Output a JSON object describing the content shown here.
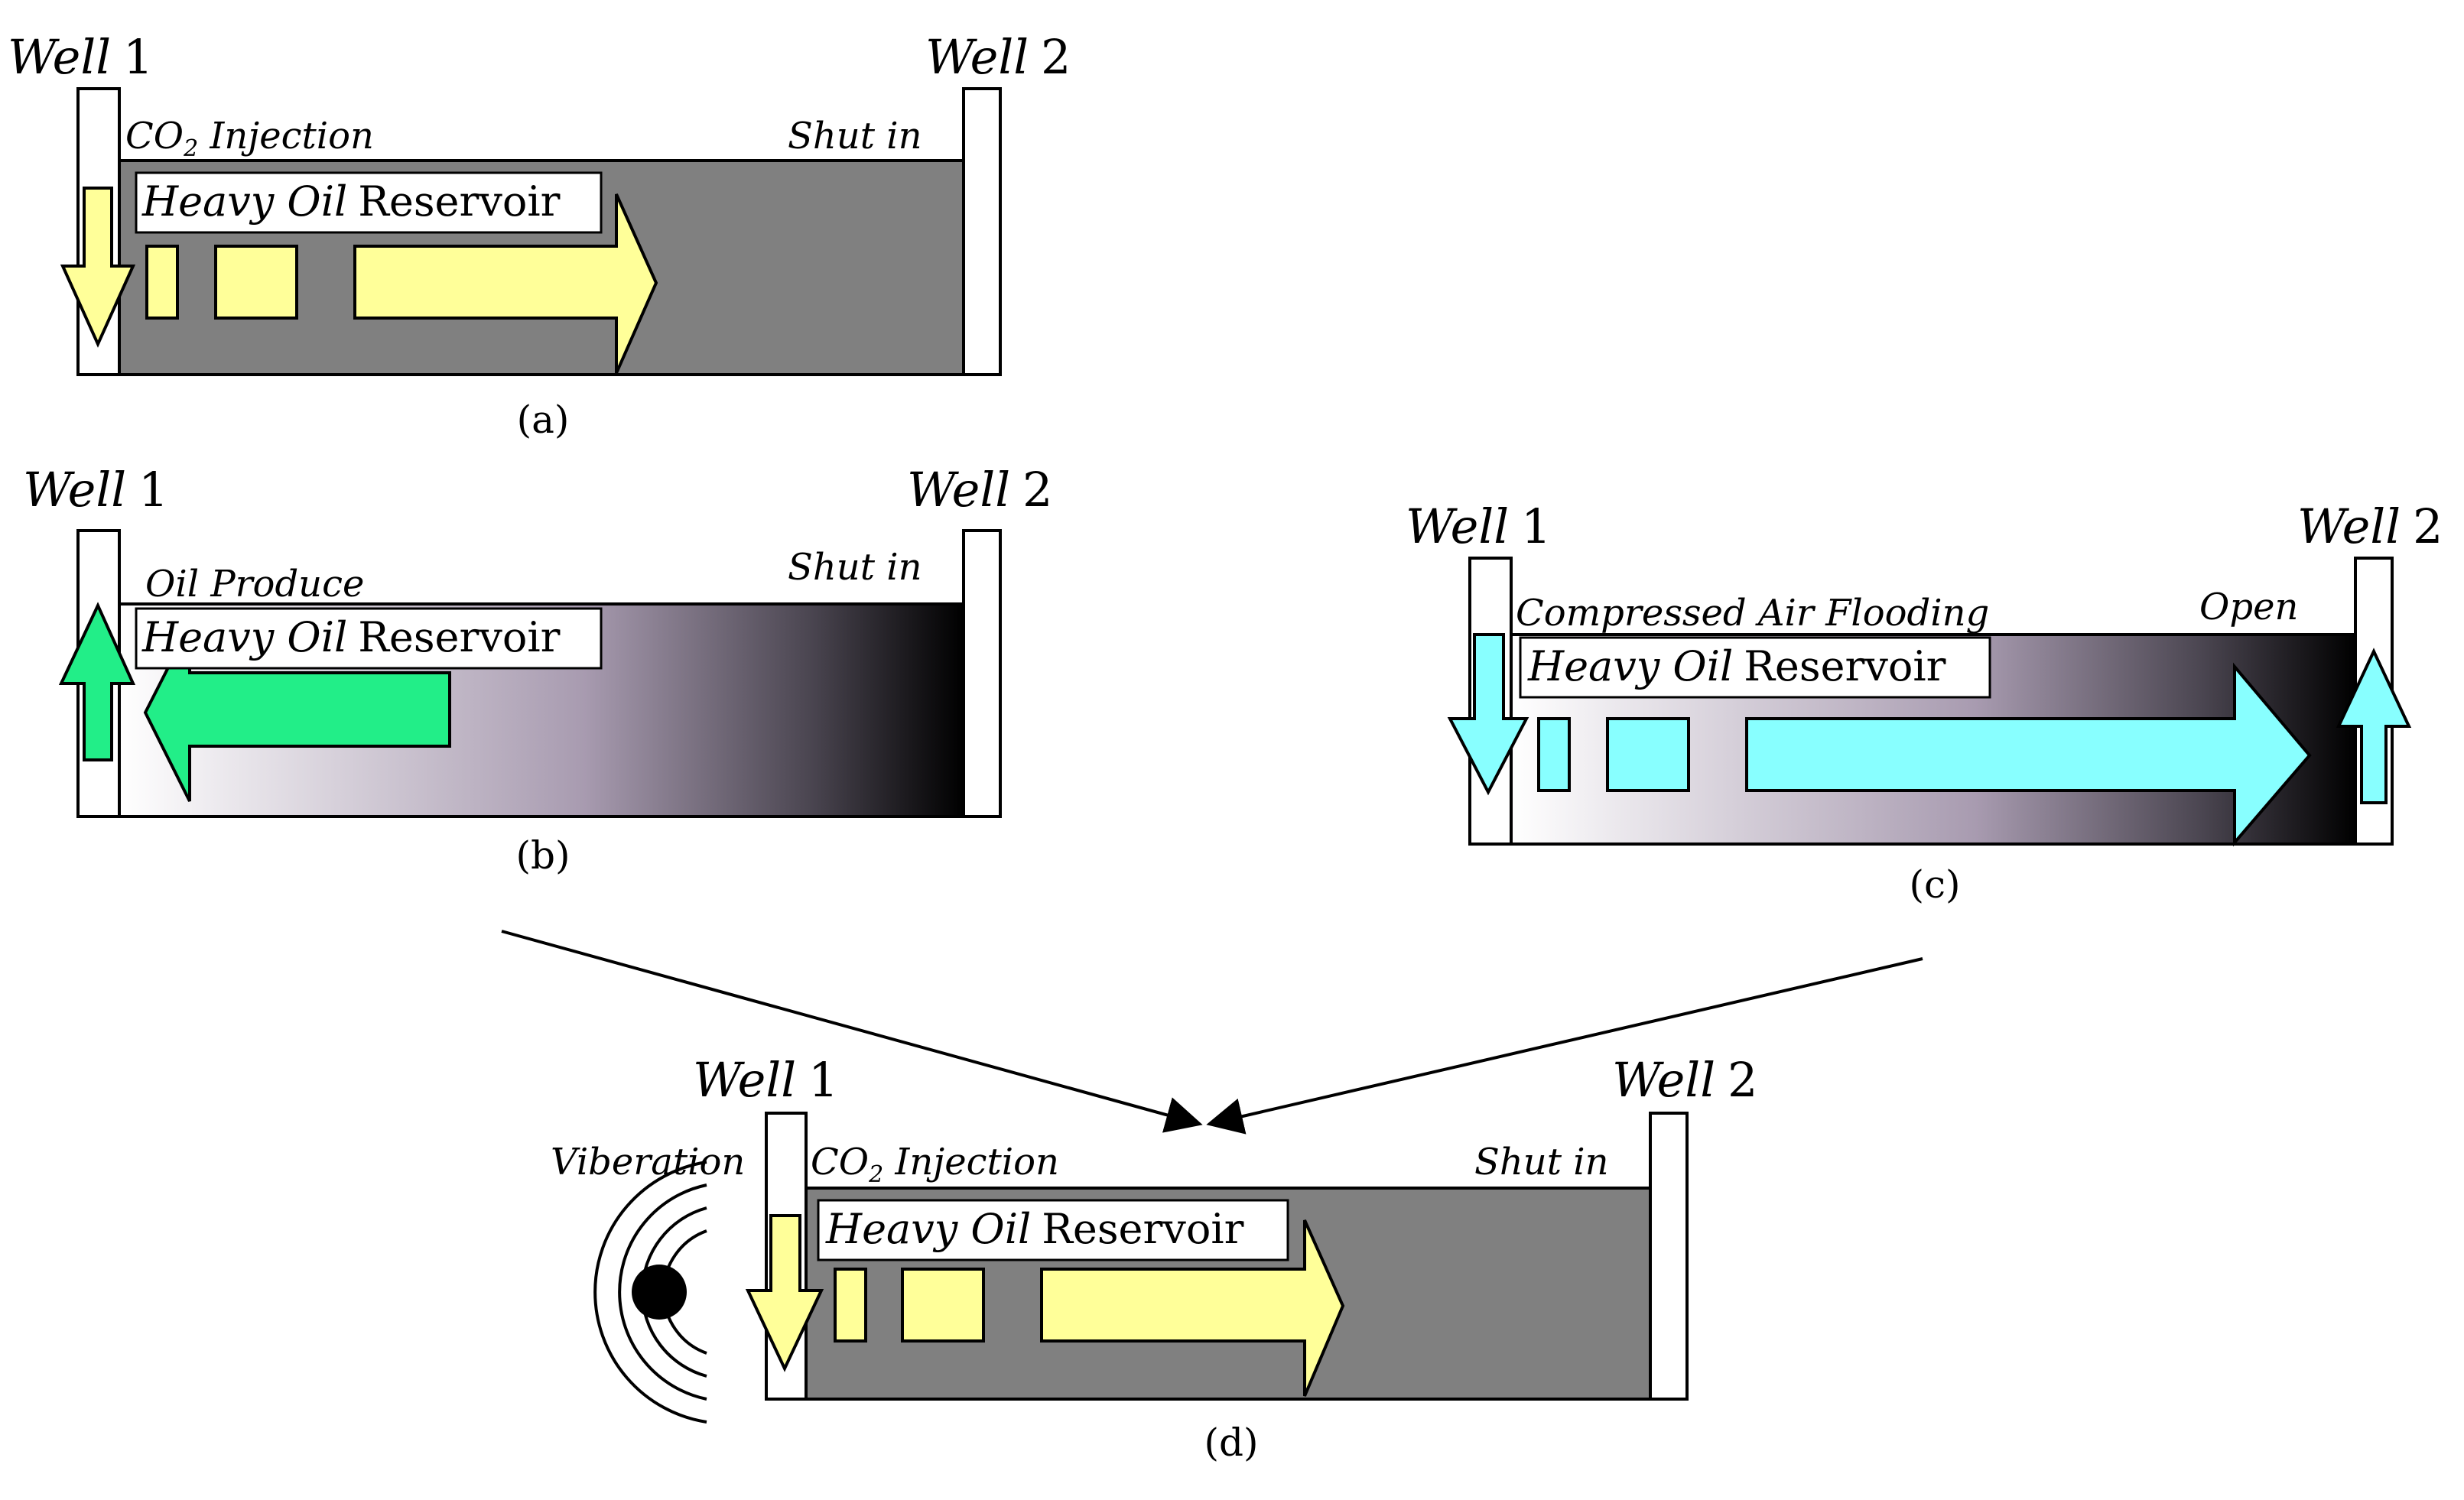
{
  "colors": {
    "co2": "#ffff99",
    "oil": "#22ee88",
    "air": "#88ffff",
    "reservoir_gray": "#808080",
    "reservoir_light": "#ffffff",
    "reservoir_mid": "#a89bb0",
    "reservoir_dark": "#000000"
  },
  "panels": {
    "a": {
      "well1": "Well",
      "well1_num": "1",
      "well2": "Well",
      "well2_num": "2",
      "process": "CO",
      "process_sub": "2",
      "process_rest": " Injection",
      "right_status": "Shut in",
      "reservoir_italic": "Heavy Oil",
      "reservoir_roman": "Reservoir",
      "caption": "(a)"
    },
    "b": {
      "well1": "Well",
      "well1_num": "1",
      "well2": "Well",
      "well2_num": "2",
      "process": "Oil Produce",
      "right_status": "Shut in",
      "reservoir_italic": "Heavy Oil",
      "reservoir_roman": "Reservoir",
      "caption": "(b)"
    },
    "c": {
      "well1": "Well",
      "well1_num": "1",
      "well2": "Well",
      "well2_num": "2",
      "process": "Compressed Air Flooding",
      "right_status": "Open",
      "reservoir_italic": "Heavy Oil",
      "reservoir_roman": "Reservoir",
      "caption": "(c)"
    },
    "d": {
      "well1": "Well",
      "well1_num": "1",
      "well2": "Well",
      "well2_num": "2",
      "process": "CO",
      "process_sub": "2",
      "process_rest": " Injection",
      "right_status": "Shut in",
      "vibration": "Viberation",
      "reservoir_italic": "Heavy Oil",
      "reservoir_roman": "Reservoir",
      "caption": "(d)"
    }
  }
}
